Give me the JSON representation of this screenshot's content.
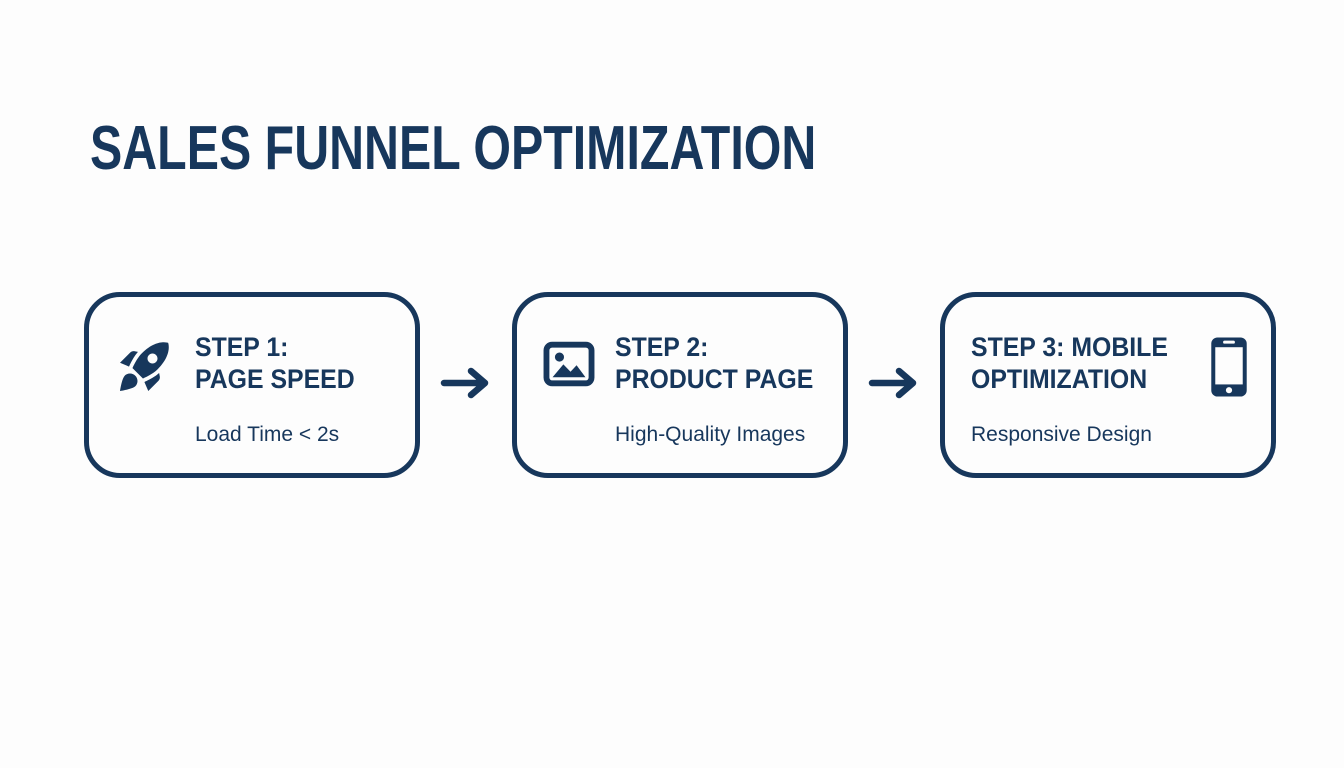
{
  "page": {
    "title": "SALES FUNNEL OPTIMIZATION",
    "accent_color": "#17375c",
    "background_color": "#fdfdfd"
  },
  "steps": [
    {
      "icon": "rocket-icon",
      "title_line1": "STEP 1:",
      "title_line2": "PAGE SPEED",
      "description": "Load Time < 2s"
    },
    {
      "icon": "image-icon",
      "title_line1": "STEP 2:",
      "title_line2": "PRODUCT PAGE",
      "description": "High-Quality Images"
    },
    {
      "icon": "smartphone-icon",
      "title_line1": "STEP 3: MOBILE",
      "title_line2": "OPTIMIZATION",
      "description": "Responsive Design"
    }
  ],
  "connectors": [
    {
      "icon": "arrow-right-icon"
    },
    {
      "icon": "arrow-right-icon"
    }
  ]
}
